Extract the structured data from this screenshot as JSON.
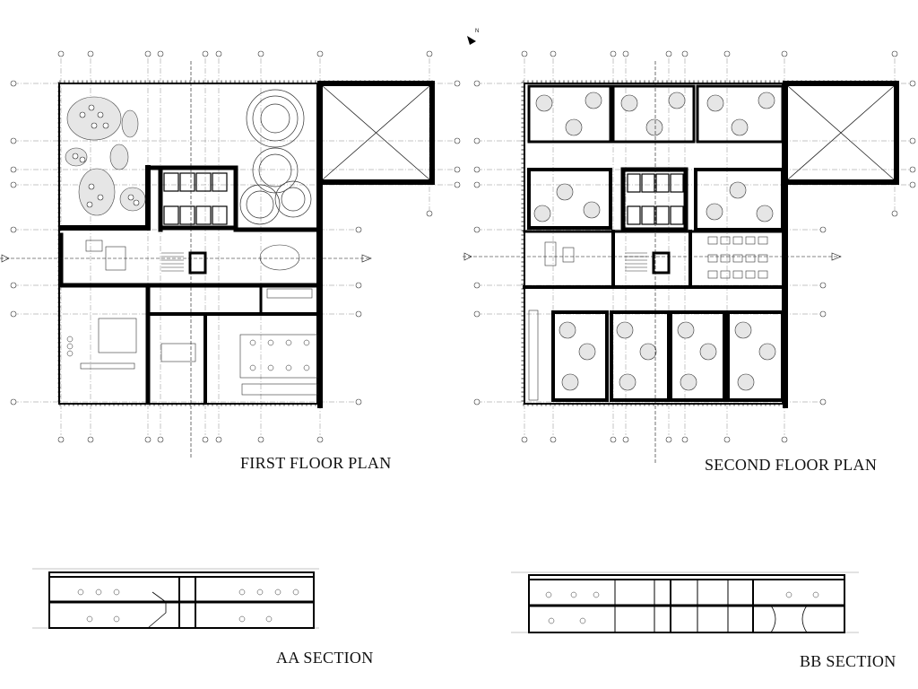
{
  "titles": {
    "first_floor": "FIRST FLOOR PLAN",
    "second_floor": "SECOND FLOOR PLAN",
    "aa_section": "AA SECTION",
    "bb_section": "BB SECTION"
  },
  "north_label": "N",
  "colors": {
    "wall": "#000000",
    "line": "#222222",
    "grid_line": "#8a8a8a",
    "hatch": "#bdbdbd",
    "bubble": "#e6e6e6"
  }
}
